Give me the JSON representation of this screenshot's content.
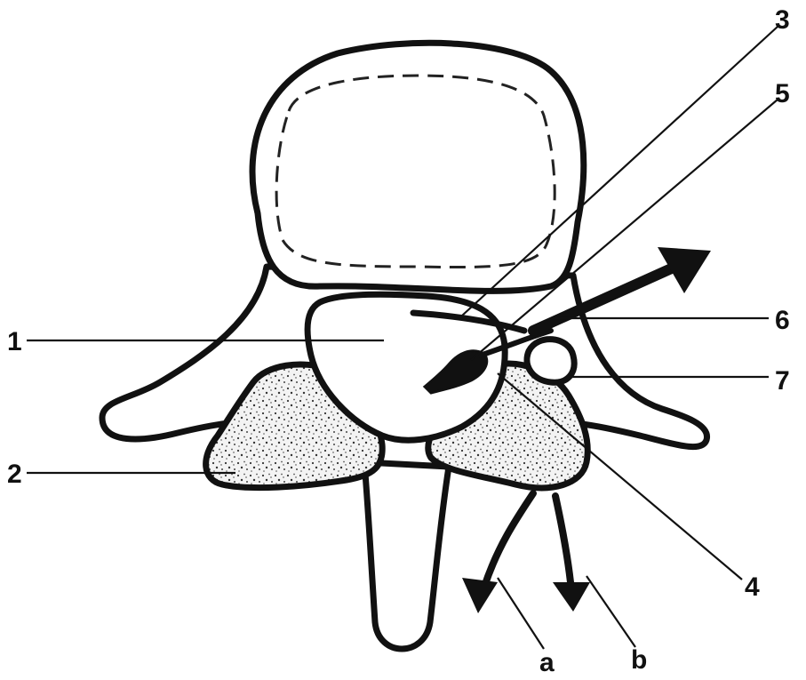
{
  "labels": {
    "l1": "1",
    "l2": "2",
    "l3": "3",
    "l4": "4",
    "l5": "5",
    "l6": "6",
    "l7": "7",
    "la": "a",
    "lb": "b"
  },
  "colors": {
    "ink": "#111111",
    "background": "#ffffff",
    "stipple": "#444444"
  }
}
